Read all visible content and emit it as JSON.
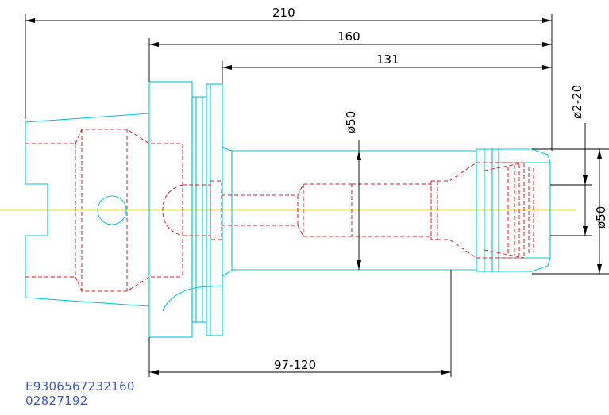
{
  "drawing": {
    "dimensions": {
      "overall_length": "210",
      "flange_to_tip": "160",
      "shank_length": "131",
      "body_diameter": "ø50",
      "clamp_range": "ø2-20",
      "nose_diameter": "ø50",
      "gauge_length": "97-120"
    },
    "codes": {
      "line1": "E9306567232160",
      "line2": "02827192"
    },
    "colors": {
      "outline": "#00c8d8",
      "hidden_lines": "#e81c1c",
      "dimension_lines": "#000000",
      "center_line": "#f0e020",
      "code_text": "#3a5bd6"
    }
  }
}
